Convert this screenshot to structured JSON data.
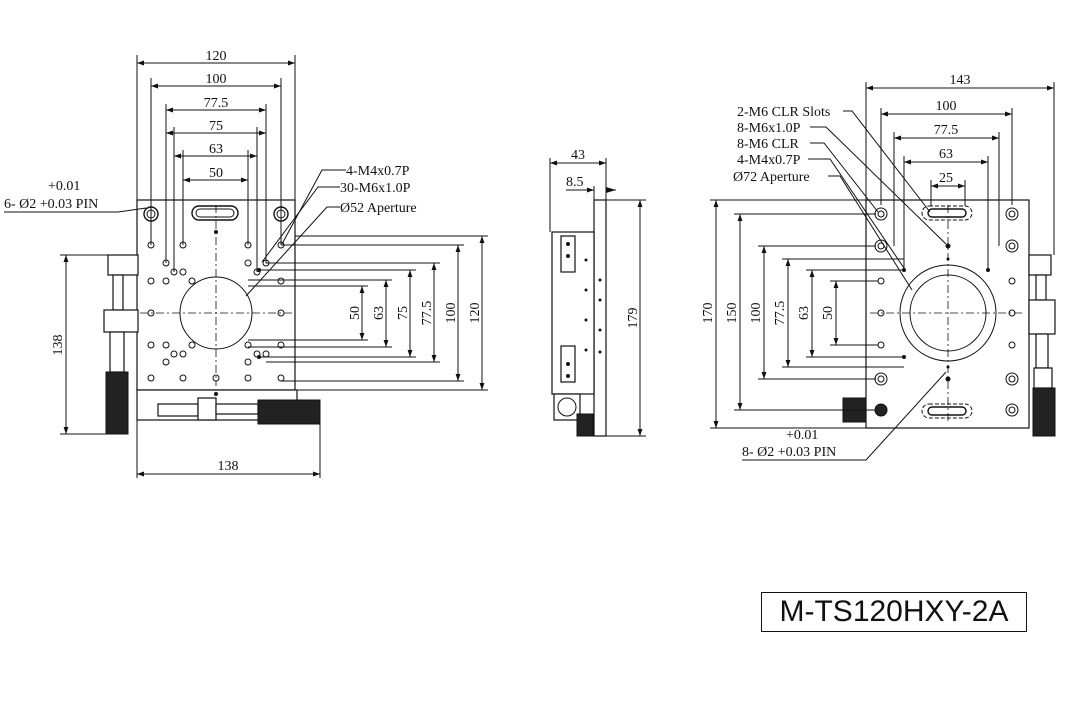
{
  "title": "M-TS120HXY-2A",
  "top_view": {
    "dims_h": [
      "120",
      "100",
      "77.5",
      "75",
      "63",
      "50"
    ],
    "dims_v": [
      "50",
      "63",
      "75",
      "77.5",
      "100",
      "120"
    ],
    "dim_left": "138",
    "dim_bottom": "138",
    "pin_tol": "+0.01",
    "pin_label": "6- Ø2 +0.03 PIN",
    "callouts": [
      "4-M4x0.7P",
      "30-M6x1.0P",
      "Ø52 Aperture"
    ]
  },
  "side_view": {
    "dim_43": "43",
    "dim_8_5": "8.5",
    "dim_179": "179"
  },
  "bottom_view": {
    "dims_h": [
      "143",
      "100",
      "77.5",
      "63",
      "25"
    ],
    "dims_v": [
      "170",
      "150",
      "100",
      "77.5",
      "63",
      "50"
    ],
    "callouts": [
      "2-M6 CLR Slots",
      "8-M6x1.0P",
      "8-M6 CLR",
      "4-M4x0.7P",
      "Ø72 Aperture"
    ],
    "pin_tol": "+0.01",
    "pin_label": "8- Ø2 +0.03 PIN"
  }
}
